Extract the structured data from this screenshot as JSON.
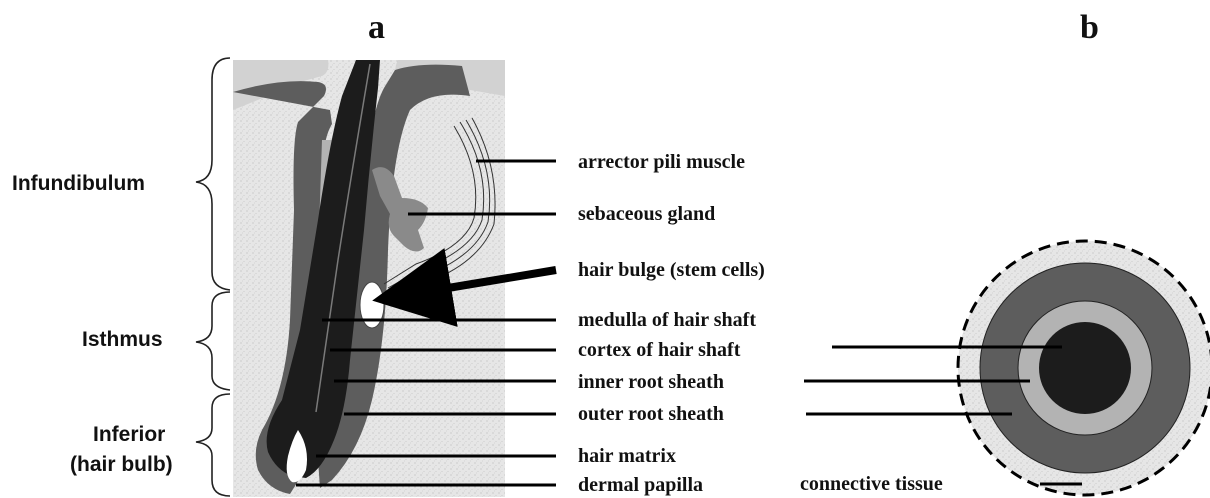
{
  "panels": {
    "a": "a",
    "b": "b"
  },
  "regions": {
    "infundibulum": "Infundibulum",
    "isthmus": "Isthmus",
    "inferior_line1": "Inferior",
    "inferior_line2": "(hair bulb)"
  },
  "parts": {
    "arrector_pili_muscle": "arrector pili muscle",
    "sebaceous_gland": "sebaceous gland",
    "hair_bulge": "hair bulge (stem cells)",
    "medulla": "medulla of hair shaft",
    "cortex": "cortex of hair shaft",
    "inner_root_sheath": "inner root sheath",
    "outer_root_sheath": "outer root sheath",
    "hair_matrix": "hair matrix",
    "dermal_papilla": "dermal papilla",
    "connective_tissue": "connective tissue"
  },
  "colors": {
    "connective_tissue": "#e4e4e4",
    "outer_root_sheath": "#5d5d5d",
    "inner_root_sheath": "#b3b3b3",
    "hair_shaft": "#1c1c1c",
    "sebaceous_gland": "#8a8a8a",
    "epidermis": "#cfcfcf",
    "bulge": "#ffffff"
  }
}
